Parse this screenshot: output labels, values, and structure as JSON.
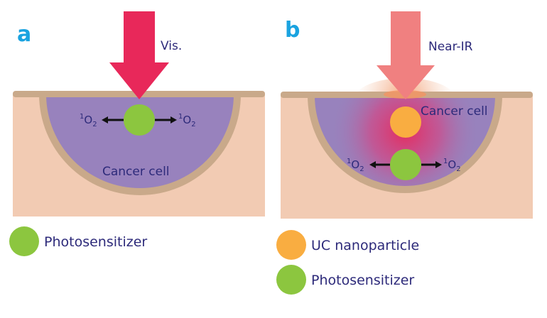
{
  "panel_a": {
    "letter": "a",
    "arrow_label": "Vis.",
    "cell_label": "Cancer cell",
    "oxygen_left": {
      "sup": "1",
      "base": "O",
      "sub": "2"
    },
    "oxygen_right": {
      "sup": "1",
      "base": "O",
      "sub": "2"
    }
  },
  "panel_b": {
    "letter": "b",
    "arrow_label": "Near-IR",
    "cell_label": "Cancer cell",
    "oxygen_left": {
      "sup": "1",
      "base": "O",
      "sub": "2"
    },
    "oxygen_right": {
      "sup": "1",
      "base": "O",
      "sub": "2"
    }
  },
  "legend_a": {
    "photosensitizer": "Photosensitizer"
  },
  "legend_b": {
    "uc_nanoparticle": "UC nanoparticle",
    "photosensitizer": "Photosensitizer"
  },
  "colors": {
    "letter": "#1aa3e0",
    "tissue": "#f2cbb3",
    "surface": "#c9a98a",
    "cell": "#9882bd",
    "text": "#2d2a7a",
    "photosensitizer": "#8cc63f",
    "uc_nanoparticle": "#f9ad41",
    "vis_arrow": "#e8285a",
    "nir_arrow": "#f08080",
    "glow": "#e8285a"
  }
}
